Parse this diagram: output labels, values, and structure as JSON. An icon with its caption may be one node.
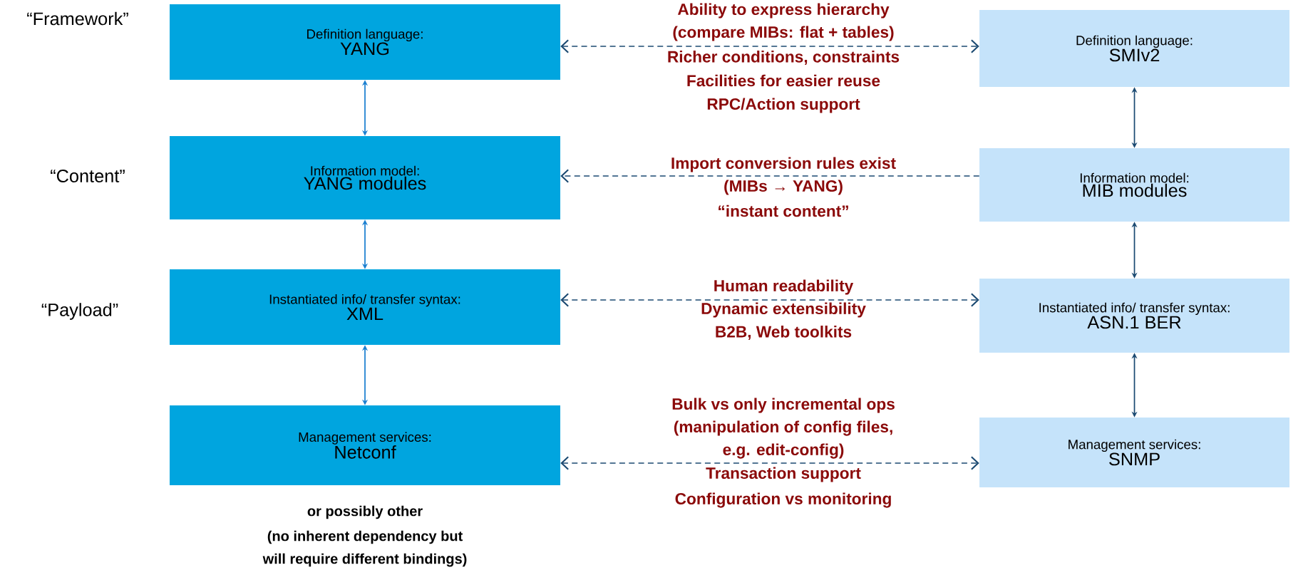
{
  "diagram": {
    "nodes": [
      {
        "text": [
          "Definition language:",
          "YANG"
        ]
      },
      {
        "text": [
          "Information model:",
          "YANG modules"
        ]
      },
      {
        "text": [
          "Instantiated info/ transfer syntax:",
          "XML"
        ]
      },
      {
        "text": [
          "Management services:",
          "Netconf"
        ]
      },
      {
        "text": [
          "Definition language:",
          "SMIv2"
        ]
      },
      {
        "text": [
          "Information model:",
          "MIB modules"
        ]
      },
      {
        "text": [
          "Instantiated info/ transfer syntax:",
          "ASN.1 BER"
        ]
      },
      {
        "text": [
          "Management services:",
          "SNMP"
        ]
      }
    ],
    "edges": [
      {
        "from": 0,
        "to": 4,
        "arrow": "both",
        "style": "dashed"
      },
      {
        "from": 5,
        "to": 1,
        "arrow": "to",
        "style": "dashed"
      },
      {
        "from": 2,
        "to": 6,
        "arrow": "both",
        "style": "dashed"
      },
      {
        "from": 3,
        "to": 7,
        "arrow": "both",
        "style": "dashed"
      },
      {
        "from": 0,
        "to": 1,
        "arrow": "both",
        "color": "#1a7fd0"
      },
      {
        "from": 1,
        "to": 2,
        "arrow": "both",
        "color": "#1a7fd0"
      },
      {
        "from": 2,
        "to": 3,
        "arrow": "both",
        "color": "#1a7fd0"
      },
      {
        "from": 4,
        "to": 5,
        "arrow": "both"
      },
      {
        "from": 5,
        "to": 6,
        "arrow": "both"
      },
      {
        "from": 6,
        "to": 7,
        "arrow": "both"
      }
    ],
    "labels": [
      "“Framework”",
      "Ability to express hierarchy",
      "(compare MIBs: flat + tables)",
      "Richer conditions, constraints",
      "Facilities for easier reuse",
      "RPC/Action support",
      "“Content”",
      "Import conversion rules exist",
      "(MIBs → YANG)",
      "“instant content”",
      "“Payload”",
      "Human readability",
      "Dynamic extensibility",
      "B2B, Web toolkits",
      "Bulk vs only incremental ops",
      "(manipulation of config files,",
      "e.g. edit-config)",
      "Transaction support",
      "Configuration vs monitoring",
      "or possibly other",
      "(no inherent dependency but",
      "will require different bindings)"
    ]
  }
}
